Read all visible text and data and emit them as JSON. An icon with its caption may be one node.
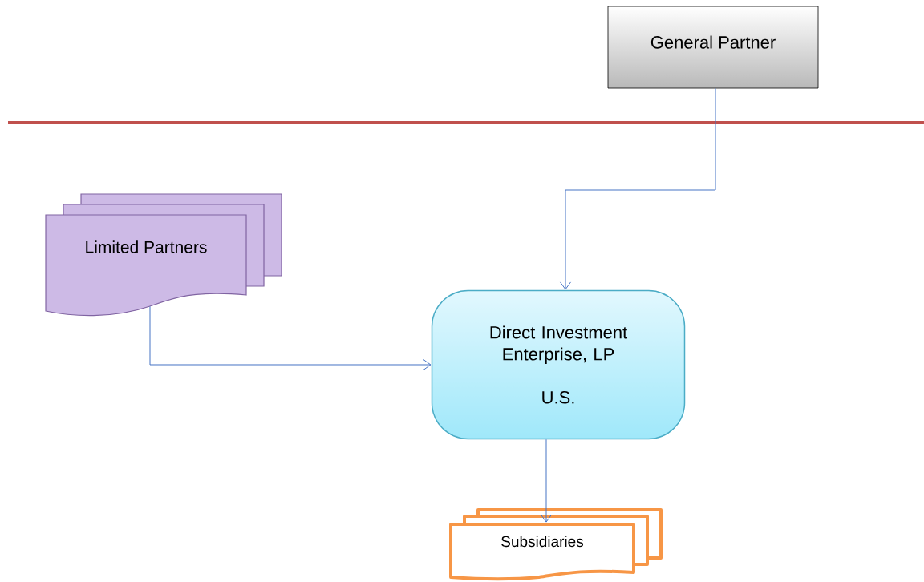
{
  "diagram": {
    "nodes": [
      {
        "text": [
          "General Partner"
        ]
      },
      {
        "text": [
          "Limited Partners"
        ]
      },
      {
        "text": [
          "Direct Investment Enterprise, LP",
          "U.S."
        ]
      },
      {
        "text": [
          "Subsidiaries"
        ]
      }
    ],
    "edges": [
      {
        "from": 0,
        "to": 2,
        "arrow": "to"
      },
      {
        "from": 1,
        "to": 2,
        "arrow": "to"
      },
      {
        "from": 2,
        "to": 3,
        "arrow": "to"
      }
    ]
  }
}
